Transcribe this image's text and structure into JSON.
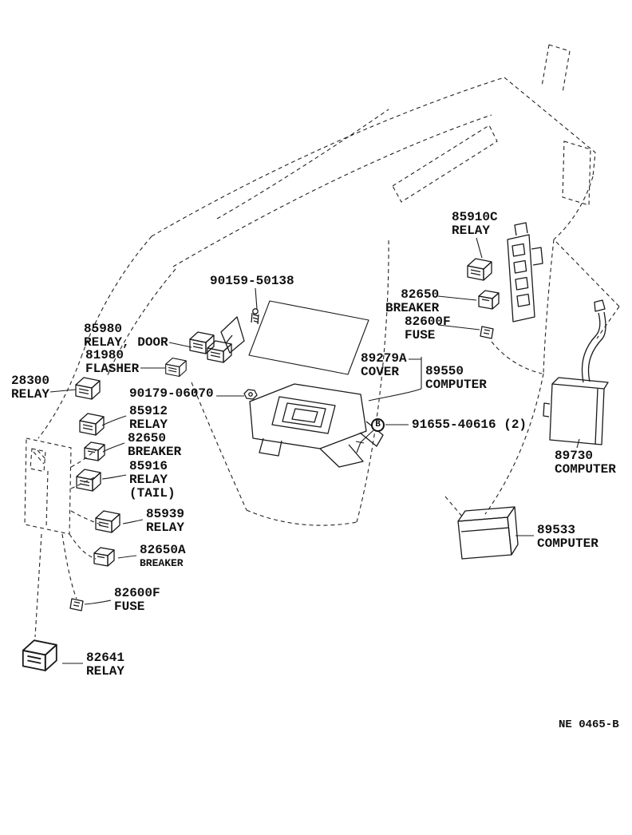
{
  "page": {
    "background": "#ffffff",
    "line_color": "#1a1a1a",
    "footer_code": "NE 0465-B",
    "marker_b": "B"
  },
  "parts": {
    "screw_90159": {
      "number": "90159-50138"
    },
    "relay_85910c": {
      "number": "85910C",
      "name": "RELAY"
    },
    "breaker_82650_top": {
      "number": "82650",
      "name": "BREAKER"
    },
    "fuse_82600f_top": {
      "number": "82600F",
      "name": "FUSE"
    },
    "relay_door_85980": {
      "number": "85980",
      "name": "RELAY, DOOR"
    },
    "flasher_81980": {
      "number": "81980",
      "name": "FLASHER"
    },
    "relay_28300": {
      "number": "28300",
      "name": "RELAY"
    },
    "nut_90179": {
      "number": "90179-06070"
    },
    "cover_89279a": {
      "number": "89279A",
      "name": "COVER"
    },
    "computer_89550": {
      "number": "89550",
      "name": "COMPUTER"
    },
    "relay_85912": {
      "number": "85912",
      "name": "RELAY"
    },
    "bolt_91655": {
      "number": "91655-40616 (2)"
    },
    "breaker_82650_mid": {
      "number": "82650",
      "name": "BREAKER"
    },
    "relay_tail_85916": {
      "number": "85916",
      "name": "RELAY",
      "name2": "(TAIL)"
    },
    "computer_89730": {
      "number": "89730",
      "name": "COMPUTER"
    },
    "relay_85939": {
      "number": "85939",
      "name": "RELAY"
    },
    "breaker_82650a": {
      "number": "82650A",
      "name": "BREAKER"
    },
    "computer_89533": {
      "number": "89533",
      "name": "COMPUTER"
    },
    "fuse_82600f_bottom": {
      "number": "82600F",
      "name": "FUSE"
    },
    "relay_82641": {
      "number": "82641",
      "name": "RELAY"
    }
  }
}
